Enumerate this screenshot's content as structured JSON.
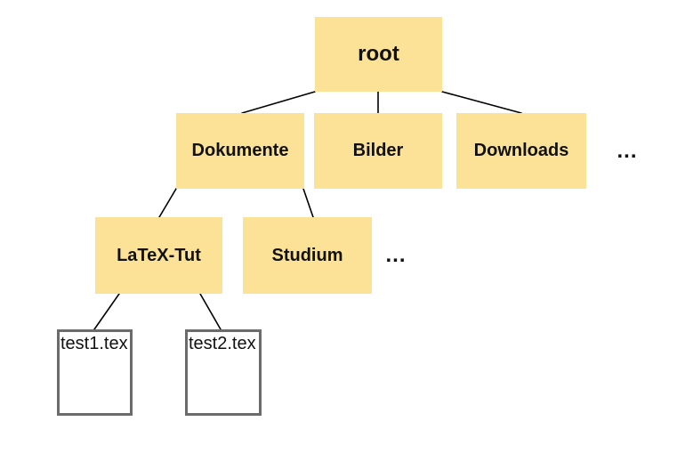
{
  "diagram": {
    "type": "tree",
    "description": "File system hierarchy tree",
    "colors": {
      "folder_fill": "#FBE297",
      "file_fill": "#FFFFFF",
      "file_border": "#6B6B6B",
      "edge": "#000000",
      "text": "#111111",
      "background": "#FFFFFF"
    },
    "nodes": {
      "root": {
        "label": "root",
        "type": "folder"
      },
      "dokumente": {
        "label": "Dokumente",
        "type": "folder"
      },
      "bilder": {
        "label": "Bilder",
        "type": "folder"
      },
      "downloads": {
        "label": "Downloads",
        "type": "folder"
      },
      "more_level2": {
        "label": "...",
        "type": "ellipsis"
      },
      "latex_tut": {
        "label": "LaTeX-Tut",
        "type": "folder"
      },
      "studium": {
        "label": "Studium",
        "type": "folder"
      },
      "more_level3": {
        "label": "...",
        "type": "ellipsis"
      },
      "test1": {
        "label": "test1.tex",
        "type": "file"
      },
      "test2": {
        "label": "test2.tex",
        "type": "file"
      }
    },
    "edges": [
      {
        "from": "root",
        "to": "Dokumente"
      },
      {
        "from": "root",
        "to": "Bilder"
      },
      {
        "from": "root",
        "to": "Downloads"
      },
      {
        "from": "Dokumente",
        "to": "LaTeX-Tut"
      },
      {
        "from": "Dokumente",
        "to": "Studium"
      },
      {
        "from": "LaTeX-Tut",
        "to": "test1.tex"
      },
      {
        "from": "LaTeX-Tut",
        "to": "test2.tex"
      }
    ]
  }
}
